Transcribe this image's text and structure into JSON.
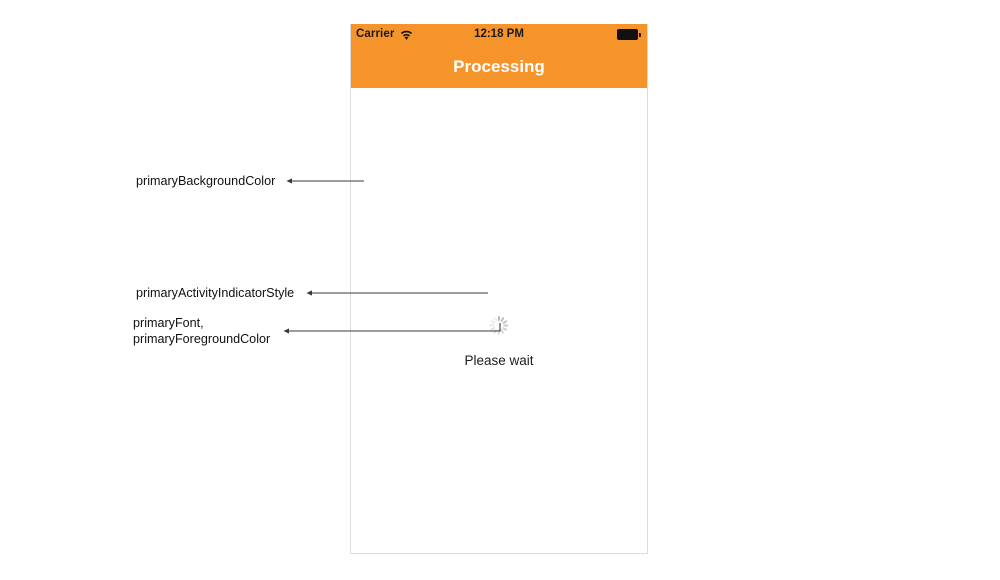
{
  "phone": {
    "status_bar": {
      "carrier": "Carrier",
      "wifi_icon": "wifi-icon",
      "time": "12:18 PM",
      "battery_icon": "battery-full-icon"
    },
    "nav_bar": {
      "title": "Processing",
      "background_color": "#F5942B",
      "title_color": "#FFFFFF"
    },
    "content": {
      "activity_indicator": "activity-indicator-spinner",
      "activity_indicator_color": "#B9B9B9",
      "wait_label": "Please wait",
      "background_color": "#FFFFFF"
    }
  },
  "annotations": [
    {
      "id": "primary-background-color",
      "label": "primaryBackgroundColor"
    },
    {
      "id": "primary-activity-indicator-style",
      "label": "primaryActivityIndicatorStyle"
    },
    {
      "id": "primary-font-foreground",
      "line1": "primaryFont,",
      "line2": "primaryForegroundColor"
    }
  ]
}
